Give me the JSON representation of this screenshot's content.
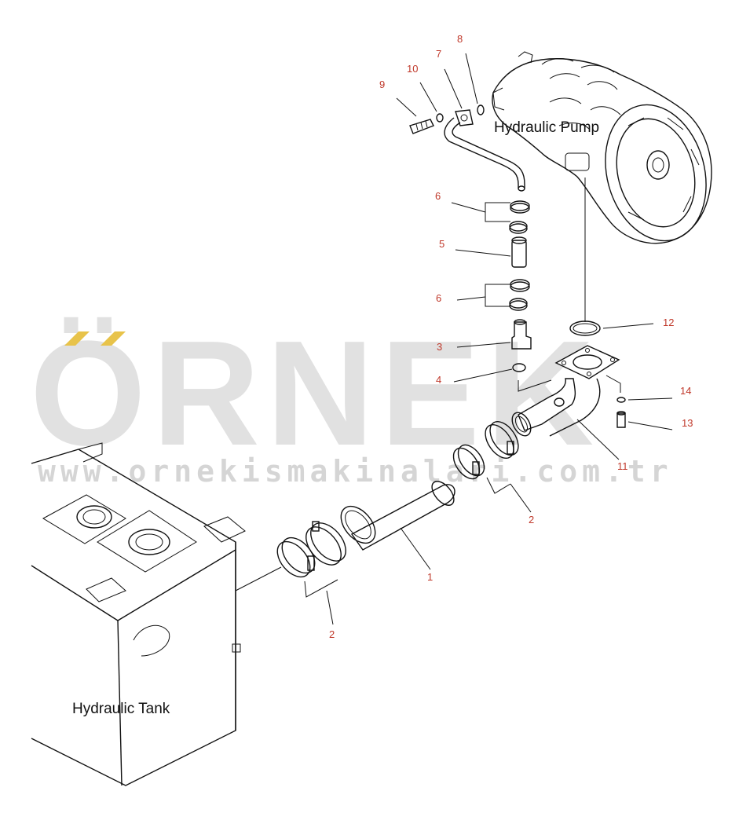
{
  "labels": {
    "pump": "Hydraulic Pump",
    "tank": "Hydraulic Tank"
  },
  "watermark": {
    "brand": "ÖRNEK",
    "url": "www.ornekismakinalari.com.tr",
    "accent_color": "#e8c34a",
    "text_color": "#c9c9c9"
  },
  "callouts": {
    "c1": "1",
    "c2a": "2",
    "c2b": "2",
    "c3": "3",
    "c4": "4",
    "c5": "5",
    "c6a": "6",
    "c6b": "6",
    "c7": "7",
    "c8": "8",
    "c9": "9",
    "c10": "10",
    "c11": "11",
    "c12": "12",
    "c13": "13",
    "c14": "14"
  },
  "colors": {
    "callout": "#c0392b",
    "line": "#111111"
  }
}
